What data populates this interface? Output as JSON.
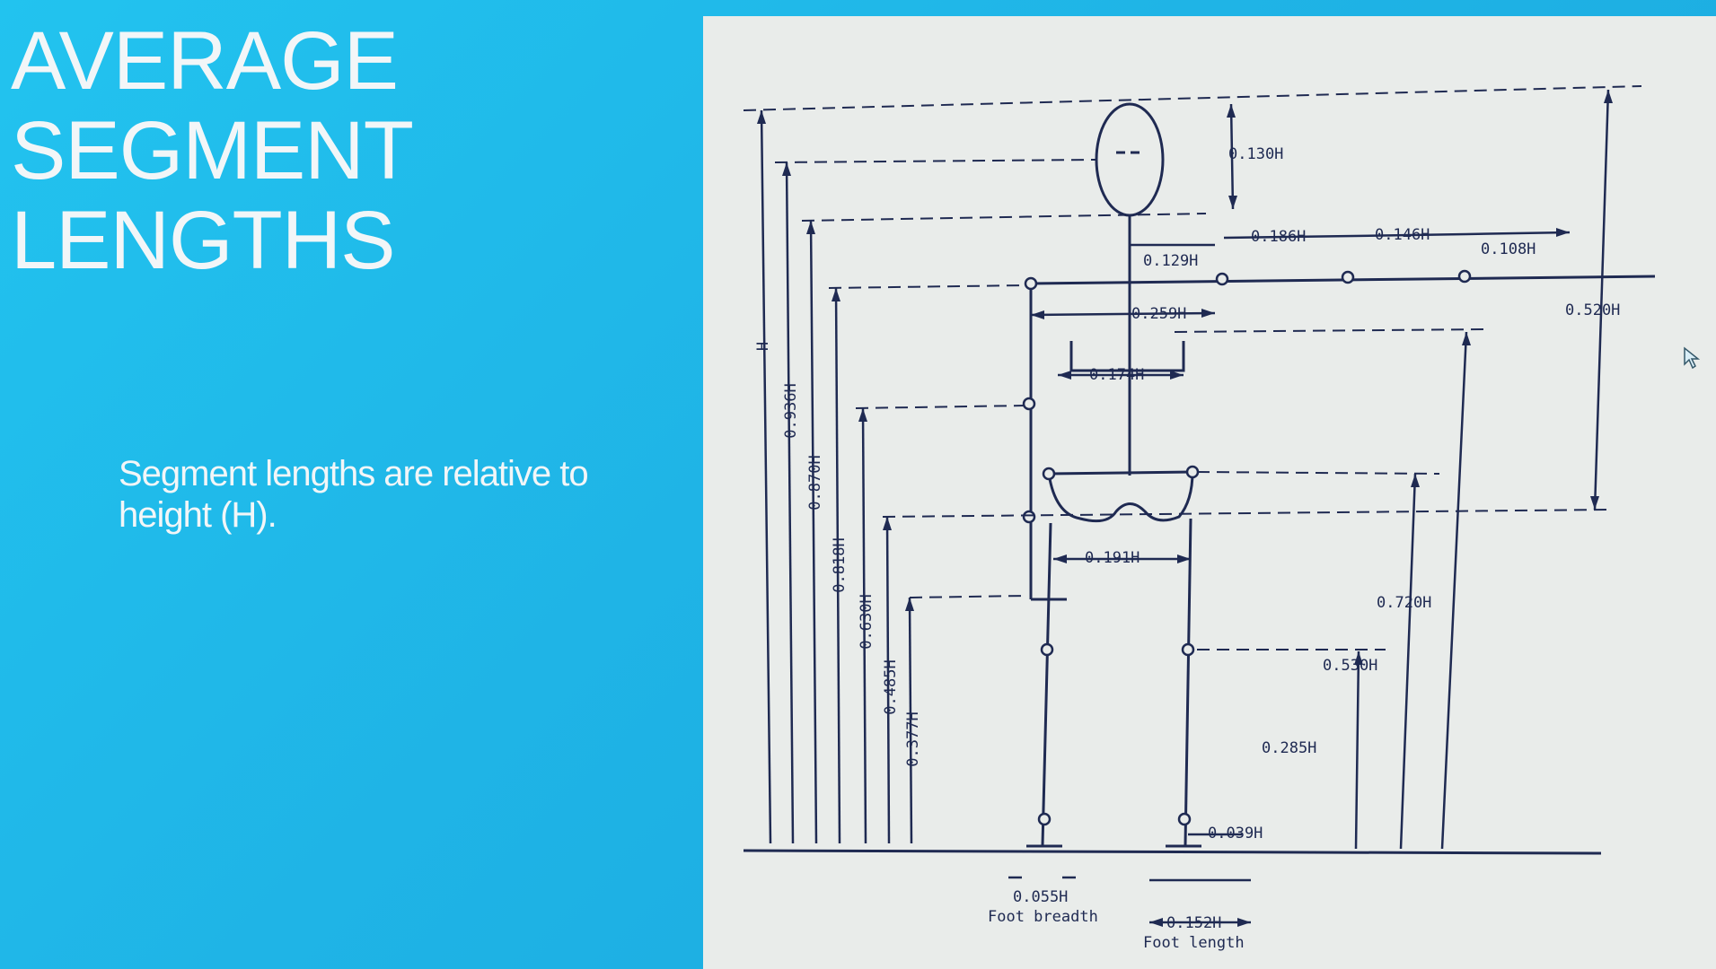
{
  "slide": {
    "title_lines": [
      "AVERAGE",
      "SEGMENT",
      "LENGTHS"
    ],
    "body_text": "Segment lengths are relative to height (H)."
  },
  "diagram": {
    "labels": {
      "H": "H",
      "l_0936": "0.936H",
      "l_0870": "0.870H",
      "l_0818": "0.818H",
      "l_0630": "0.630H",
      "l_0485": "0.485H",
      "l_0377": "0.377H",
      "l_0130": "0.130H",
      "l_0129": "0.129H",
      "l_0186": "0.186H",
      "l_0146": "0.146H",
      "l_0108": "0.108H",
      "l_0259": "0.259H",
      "l_0174": "0.174H",
      "l_0520": "0.520H",
      "l_0191": "0.191H",
      "l_0720": "0.720H",
      "l_0530": "0.530H",
      "l_0285": "0.285H",
      "l_0039": "0.039H",
      "l_0055": "0.055H",
      "foot_breadth": "Foot breadth",
      "l_0152": "0.152H",
      "foot_length": "Foot length"
    }
  },
  "colors": {
    "background": "#1fb6e6",
    "figure": "#e9ecea",
    "ink": "#1f2a52",
    "text": "#f2f6f8"
  },
  "icons": {
    "cursor": "mouse-pointer-icon"
  }
}
